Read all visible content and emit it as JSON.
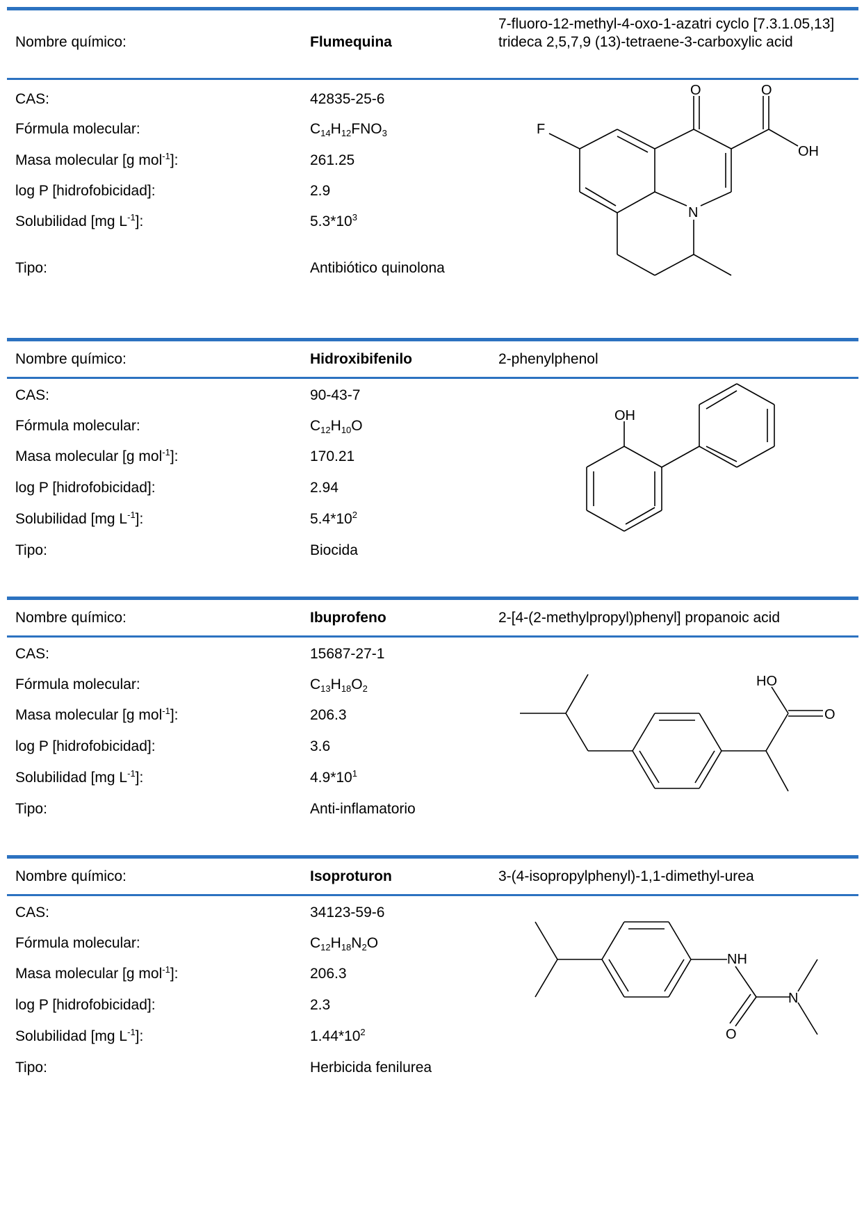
{
  "labels": {
    "chemical_name": "Nombre químico:",
    "cas": "CAS:",
    "formula": "Fórmula molecular:",
    "mass_pre": "Masa molecular [g mol",
    "mass_sup": "-1",
    "mass_post": "]:",
    "logp": "log P [hidrofobicidad]:",
    "sol_pre": "Solubilidad [mg L",
    "sol_sup": "-1",
    "sol_post": "]:",
    "type": "Tipo:"
  },
  "compounds": [
    {
      "name": "Flumequina",
      "iupac": "7-fluoro-12-methyl-4-oxo-1-azatri cyclo [7.3.1.05,13] trideca 2,5,7,9 (13)-tetraene-3-carboxylic acid",
      "cas": "42835-25-6",
      "formula": [
        {
          "t": "C"
        },
        {
          "s": "14"
        },
        {
          "t": "H"
        },
        {
          "s": "12"
        },
        {
          "t": "FNO"
        },
        {
          "s": "3"
        }
      ],
      "mass": "261.25",
      "logp": "2.9",
      "sol_base": "5.3*10",
      "sol_exp": "3",
      "type": "Antibiótico quinolona",
      "atoms": {
        "o1": "O",
        "o2": "O",
        "f": "F",
        "oh": "OH",
        "n": "N"
      }
    },
    {
      "name": "Hidroxibifenilo",
      "iupac": "2-phenylphenol",
      "cas": "90-43-7",
      "formula": [
        {
          "t": "C"
        },
        {
          "s": "12"
        },
        {
          "t": "H"
        },
        {
          "s": "10"
        },
        {
          "t": "O"
        }
      ],
      "mass": "170.21",
      "logp": "2.94",
      "sol_base": "5.4*10",
      "sol_exp": "2",
      "type": "Biocida",
      "atoms": {
        "oh": "OH"
      }
    },
    {
      "name": "Ibuprofeno",
      "iupac": "2-[4-(2-methylpropyl)phenyl] propanoic acid",
      "cas": "15687-27-1",
      "formula": [
        {
          "t": "C"
        },
        {
          "s": "13"
        },
        {
          "t": "H"
        },
        {
          "s": "18"
        },
        {
          "t": "O"
        },
        {
          "s": "2"
        }
      ],
      "mass": "206.3",
      "logp": "3.6",
      "sol_base": "4.9*10",
      "sol_exp": "1",
      "type": "Anti-inflamatorio",
      "atoms": {
        "ho": "HO",
        "o": "O"
      }
    },
    {
      "name": "Isoproturon",
      "iupac": "3-(4-isopropylphenyl)-1,1-dimethyl-urea",
      "cas": "34123-59-6",
      "formula": [
        {
          "t": "C"
        },
        {
          "s": "12"
        },
        {
          "t": "H"
        },
        {
          "s": "18"
        },
        {
          "t": "N"
        },
        {
          "s": "2"
        },
        {
          "t": "O"
        }
      ],
      "mass": "206.3",
      "logp": "2.3",
      "sol_base": "1.44*10",
      "sol_exp": "2",
      "type": "Herbicida fenilurea",
      "atoms": {
        "nh": "NH",
        "n": "N",
        "o": "O"
      }
    }
  ],
  "colors": {
    "rule": "#2c72c0",
    "text": "#000000"
  }
}
